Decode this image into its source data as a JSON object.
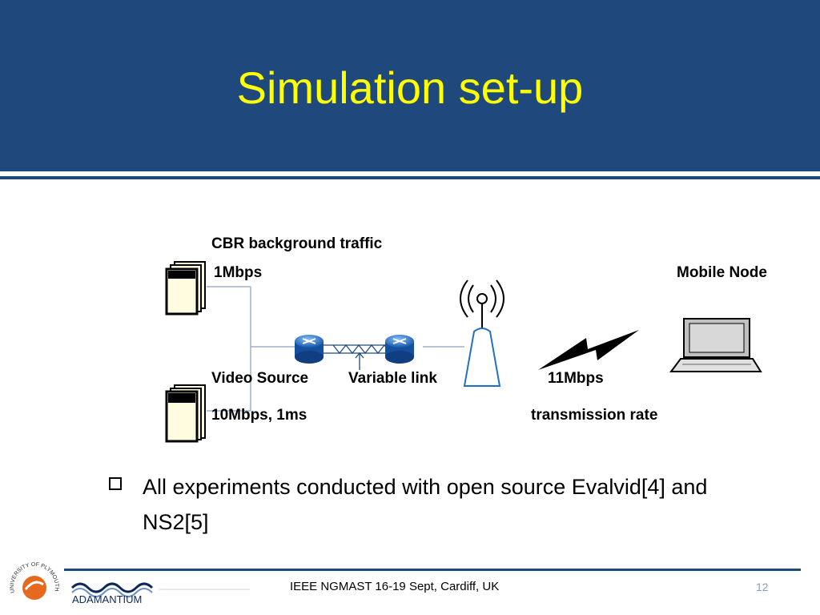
{
  "slide": {
    "title": "Simulation set-up",
    "bullet": "All experiments conducted with open source Evalvid[4] and NS2[5]",
    "footer": "IEEE NGMAST 16-19 Sept, Cardiff, UK",
    "page_number": "12"
  },
  "diagram": {
    "cbr_label": "CBR background traffic",
    "cbr_rate": "1Mbps",
    "mobile_label": "Mobile Node",
    "video_label": "Video Source",
    "video_rate": "10Mbps, 1ms",
    "link_label": "Variable link",
    "wireless_rate": "11Mbps",
    "wireless_rate_desc": "transmission rate"
  },
  "logos": {
    "university": "UNIVERSITY OF PLYMOUTH",
    "adamantium": "ADAMANTIUM"
  },
  "colors": {
    "header": "#1f497d",
    "title": "#ffff00",
    "router": "#1f6fc4"
  }
}
